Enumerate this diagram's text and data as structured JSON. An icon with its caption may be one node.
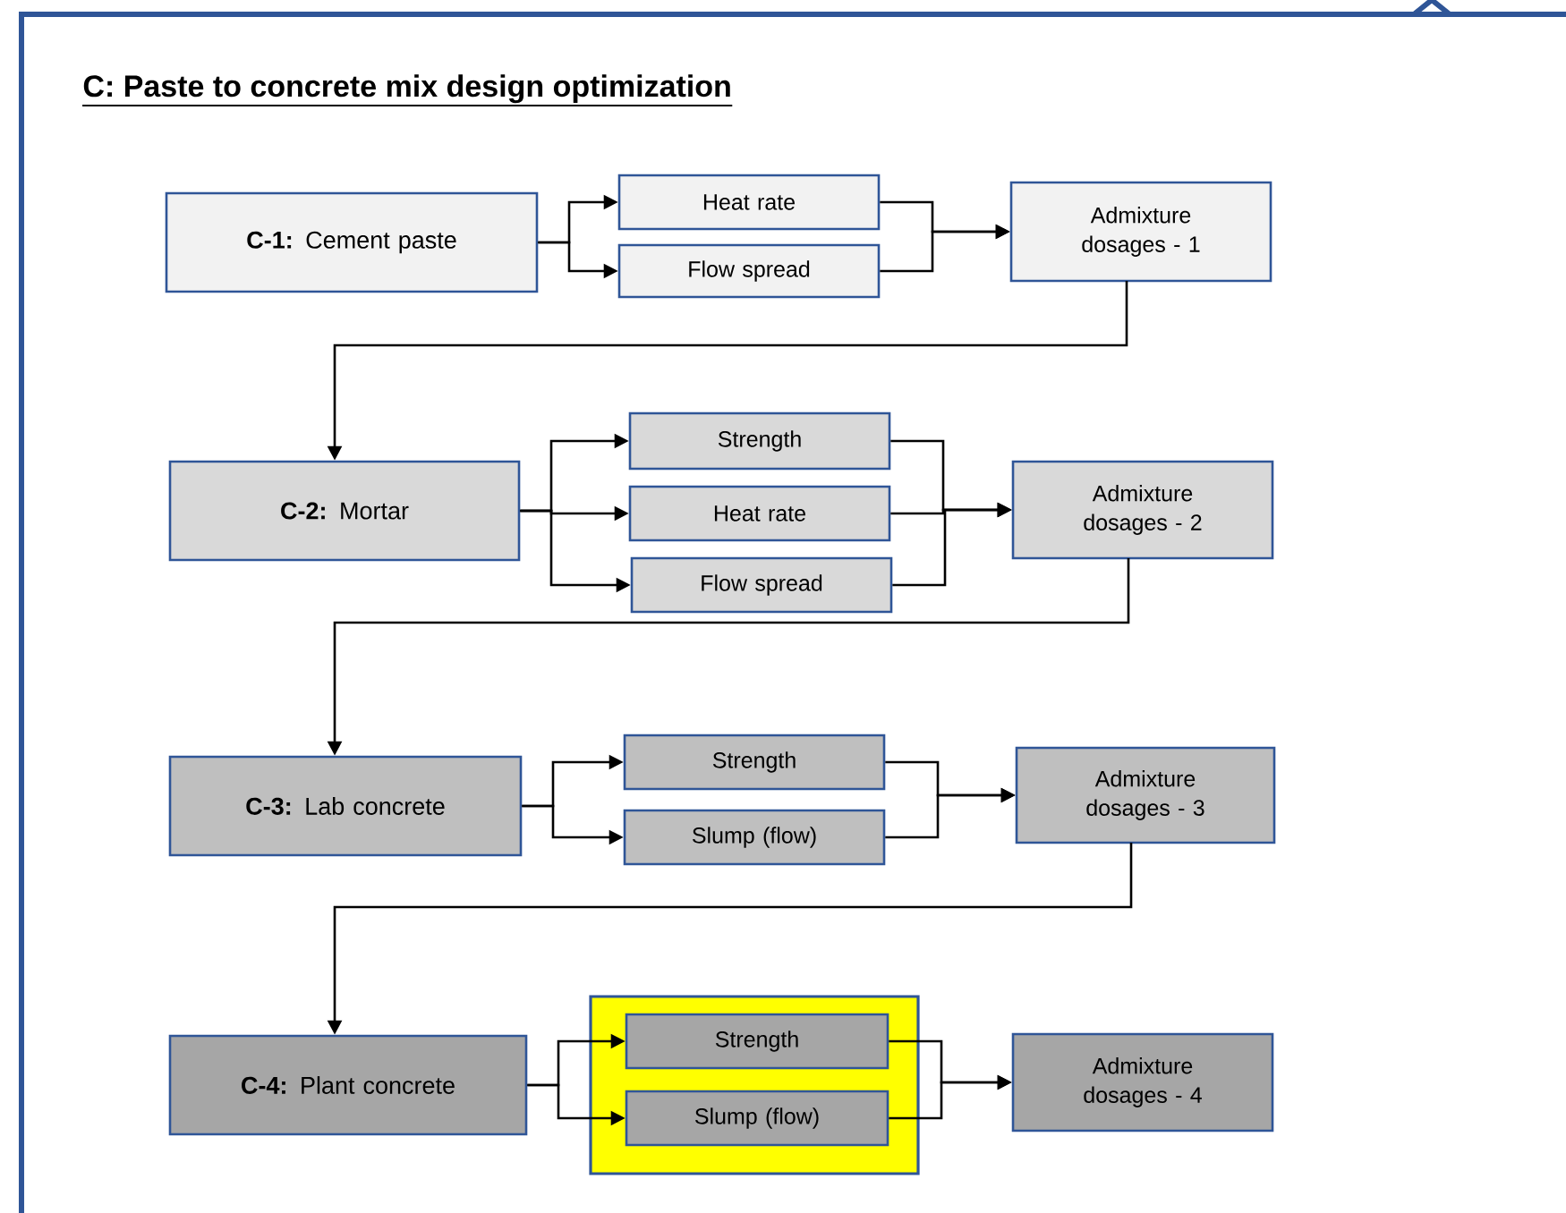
{
  "diagram": {
    "title": "C:  Paste to concrete mix design optimization",
    "nodes": [
      {
        "text": [
          "**C-1:** Cement paste"
        ]
      },
      {
        "text": [
          "Heat rate"
        ]
      },
      {
        "text": [
          "Flow spread"
        ]
      },
      {
        "text": [
          "Admixture dosages - 1"
        ]
      },
      {
        "text": [
          "**C-2:** Mortar"
        ]
      },
      {
        "text": [
          "Strength"
        ]
      },
      {
        "text": [
          "Heat rate"
        ]
      },
      {
        "text": [
          "Flow spread"
        ]
      },
      {
        "text": [
          "Admixture dosages - 2"
        ]
      },
      {
        "text": [
          "**C-3:** Lab concrete"
        ]
      },
      {
        "text": [
          "Strength"
        ]
      },
      {
        "text": [
          "Slump (flow)"
        ]
      },
      {
        "text": [
          "Admixture dosages - 3"
        ]
      },
      {
        "text": [
          "**C-4:**  Plant concrete"
        ]
      },
      {
        "text": [],
        "shape": "box"
      },
      {
        "text": [
          "Strength"
        ],
        "in": 14
      },
      {
        "text": [
          "Slump (flow)"
        ],
        "in": 14
      },
      {
        "text": [
          "Admixture dosages - 4"
        ]
      }
    ],
    "edges": [
      {
        "from": 0,
        "to": 1,
        "arrow": "to"
      },
      {
        "from": 0,
        "to": 2,
        "arrow": "to"
      },
      {
        "from": 1,
        "to": 3,
        "arrow": "to"
      },
      {
        "from": 2,
        "to": 3,
        "arrow": "to"
      },
      {
        "from": 3,
        "to": 4,
        "arrow": "to"
      },
      {
        "from": 4,
        "to": 5,
        "arrow": "to"
      },
      {
        "from": 4,
        "to": 6,
        "arrow": "to"
      },
      {
        "from": 4,
        "to": 7,
        "arrow": "to"
      },
      {
        "from": 5,
        "to": 8,
        "arrow": "to"
      },
      {
        "from": 6,
        "to": 8,
        "arrow": "to"
      },
      {
        "from": 7,
        "to": 8,
        "arrow": "to"
      },
      {
        "from": 8,
        "to": 9,
        "arrow": "to"
      },
      {
        "from": 9,
        "to": 10,
        "arrow": "to"
      },
      {
        "from": 9,
        "to": 11,
        "arrow": "to"
      },
      {
        "from": 10,
        "to": 12,
        "arrow": "to"
      },
      {
        "from": 11,
        "to": 12,
        "arrow": "to"
      },
      {
        "from": 12,
        "to": 13,
        "arrow": "to"
      },
      {
        "from": 13,
        "to": 15,
        "arrow": "to"
      },
      {
        "from": 13,
        "to": 16,
        "arrow": "to"
      },
      {
        "from": 15,
        "to": 17,
        "arrow": "to"
      },
      {
        "from": 16,
        "to": 17,
        "arrow": "to"
      }
    ]
  }
}
